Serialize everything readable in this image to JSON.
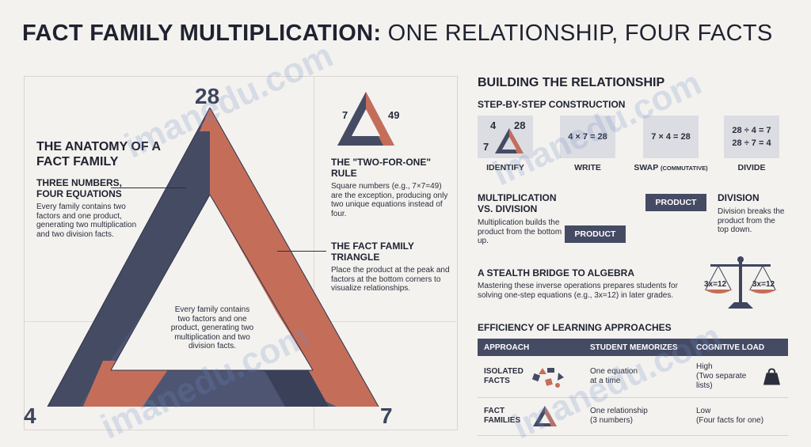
{
  "title": {
    "bold": "FACT FAMILY MULTIPLICATION:",
    "normal": "ONE RELATIONSHIP, FOUR FACTS"
  },
  "diagram": {
    "top_number": "28",
    "left_number": "4",
    "right_number": "7",
    "anatomy_heading": "THE ANATOMY OF A FACT FAMILY",
    "three_numbers_heading": "THREE NUMBERS, FOUR EQUATIONS",
    "three_numbers_text": "Every family contains two factors and one product, generating two multiplication and two division facts.",
    "center_text": "Every family contains two factors and one product, generating two multiplication and two division facts.",
    "two_for_one": {
      "factor": "7",
      "product": "49",
      "heading": "THE \"TWO-FOR-ONE\" RULE",
      "text": "Square numbers (e.g., 7×7=49) are the exception, producing only two unique equations instead of four."
    },
    "triangle_heading": "THE FACT FAMILY TRIANGLE",
    "triangle_text": "Place the product at the peak and factors at the bottom corners to visualize relationships."
  },
  "building": {
    "heading": "BUILDING THE RELATIONSHIP",
    "steps_heading": "STEP-BY-STEP CONSTRUCTION",
    "steps": [
      {
        "label": "IDENTIFY",
        "small": "",
        "top": "4",
        "product": "28",
        "bottom": "7"
      },
      {
        "label": "WRITE",
        "small": "",
        "content": "4 × 7 = 28"
      },
      {
        "label": "SWAP",
        "small": "(COMMUTATIVE)",
        "content": "7 × 4 = 28"
      },
      {
        "label": "DIVIDE",
        "small": "",
        "line1": "28 ÷ 4 = 7",
        "line2": "28 ÷ 7 = 4"
      }
    ]
  },
  "mult_div": {
    "heading": "MULTIPLICATION VS. DIVISION",
    "mult_text": "Multiplication builds the product from the bottom up.",
    "product_top": "PRODUCT",
    "product_bottom": "PRODUCT",
    "division_heading": "DIVISION",
    "division_text": "Division breaks the product from the top down."
  },
  "algebra": {
    "heading": "A STEALTH BRIDGE TO ALGEBRA",
    "text": "Mastering these inverse operations prepares students for solving one-step equations (e.g., 3x=12) in later grades.",
    "left_pan": "3x=12",
    "right_pan": "3x=12"
  },
  "efficiency": {
    "heading": "EFFICIENCY OF LEARNING APPROACHES",
    "columns": [
      "APPROACH",
      "STUDENT MEMORIZES",
      "COGNITIVE LOAD"
    ],
    "rows": [
      {
        "approach": "ISOLATED FACTS",
        "memorizes_1": "One equation",
        "memorizes_2": "at a time",
        "load_1": "High",
        "load_2": "(Two separate lists)"
      },
      {
        "approach": "FACT FAMILIES",
        "memorizes_1": "One relationship",
        "memorizes_2": "(3 numbers)",
        "load_1": "Low",
        "load_2": "(Four facts for one)"
      }
    ]
  },
  "watermark": "imanedu.com",
  "colors": {
    "navy": "#454b63",
    "copper": "#c46e5a",
    "bg": "#f4f2ef"
  }
}
